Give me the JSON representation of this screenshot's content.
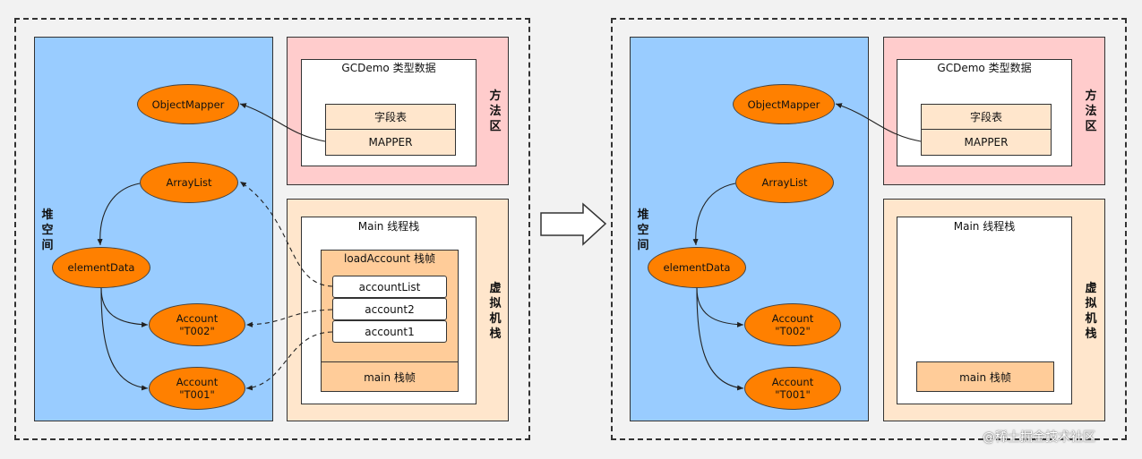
{
  "heap_label": "堆\n空\n间",
  "method_area_label": "方\n法\n区",
  "vm_stack_label": "虚\n拟\n机\n栈",
  "class_data_title": "GCDemo 类型数据",
  "field_table_label": "字段表",
  "mapper_field": "MAPPER",
  "main_thread_stack_title": "Main 线程栈",
  "load_account_frame_title": "loadAccount 栈帧",
  "local_vars": [
    "accountList",
    "account2",
    "account1"
  ],
  "main_frame_label": "main 栈帧",
  "objects": {
    "object_mapper": "ObjectMapper",
    "array_list": "ArrayList",
    "element_data": "elementData",
    "account_t002": [
      "Account",
      "\"T002\""
    ],
    "account_t001": [
      "Account",
      "\"T001\""
    ]
  },
  "watermark": "@稀土掘金技术社区",
  "colors": {
    "background": "#f2f2f2",
    "heap": "#99ccff",
    "method_area": "#ffcccc",
    "vm_stack": "#ffe6cc",
    "stack_frame": "#ffcc99",
    "object_node": "#ff8000"
  }
}
